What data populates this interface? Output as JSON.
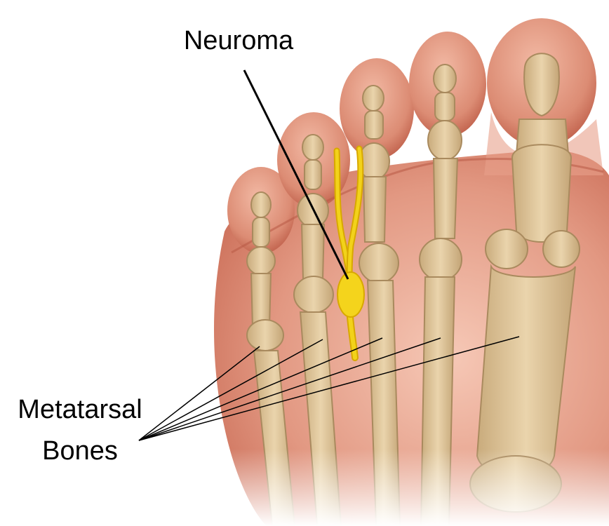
{
  "labels": {
    "neuroma": "Neuroma",
    "metatarsal_line1": "Metatarsal",
    "metatarsal_line2": "Bones"
  },
  "colors": {
    "skin_dark": "#c0604e",
    "skin_mid": "#df8d78",
    "skin_light": "#f4c0ac",
    "bone": "#e2c99e",
    "bone_edge": "#a98a5e",
    "nerve": "#f2d21a",
    "nerve_edge": "#d8a800",
    "line": "#000000"
  }
}
